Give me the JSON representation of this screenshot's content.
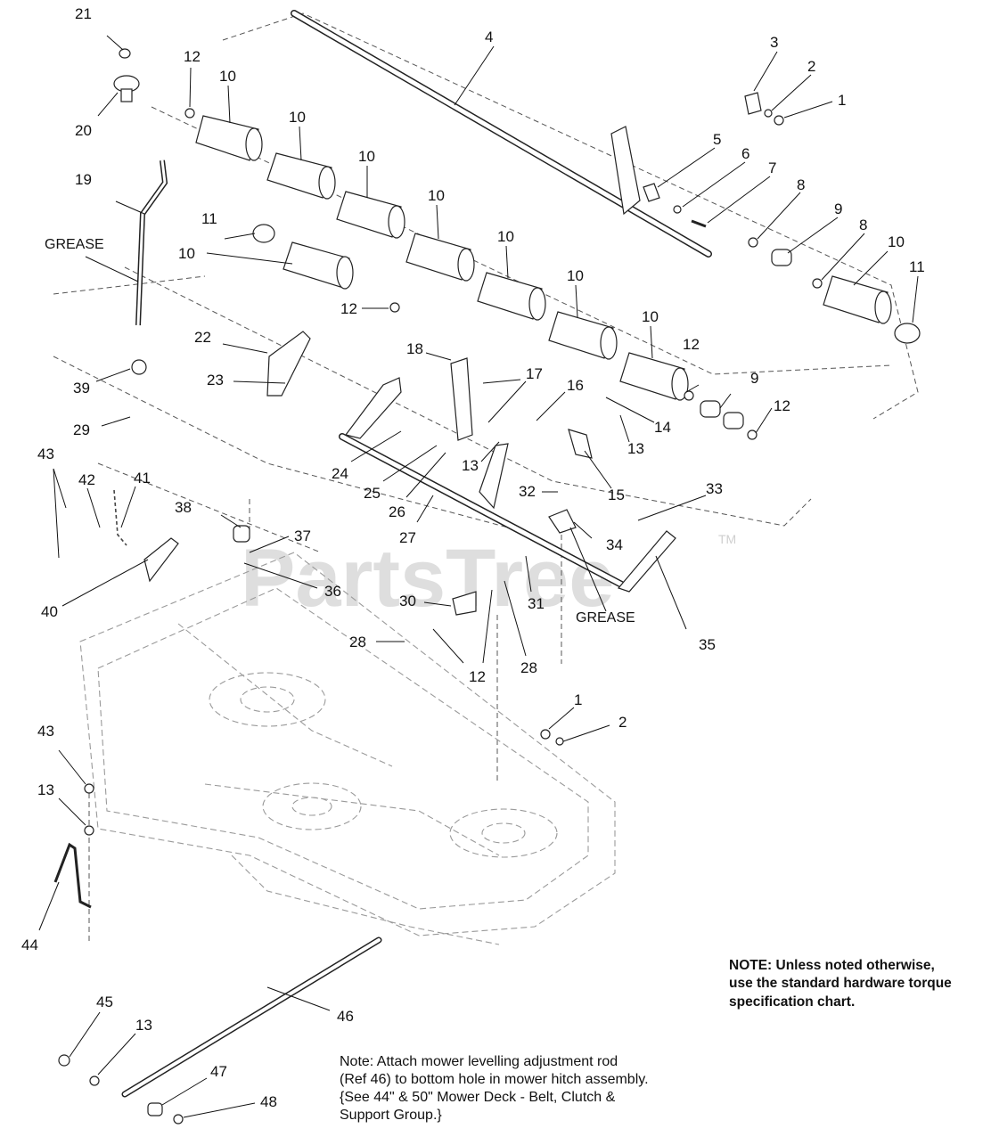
{
  "watermark": {
    "text": "PartsTree",
    "tm": "TM"
  },
  "callouts": {
    "c1": "1",
    "c1b": "1",
    "c2": "2",
    "c2b": "2",
    "c3": "3",
    "c4": "4",
    "c5": "5",
    "c6": "6",
    "c7": "7",
    "c8a": "8",
    "c8b": "8",
    "c9a": "9",
    "c9b": "9",
    "c10a": "10",
    "c10b": "10",
    "c10c": "10",
    "c10d": "10",
    "c10e": "10",
    "c10f": "10",
    "c10g": "10",
    "c10h": "10",
    "c10i": "10",
    "c11a": "11",
    "c11b": "11",
    "c12a": "12",
    "c12b": "12",
    "c12c": "12",
    "c12d": "12",
    "c12e": "12",
    "c13a": "13",
    "c13b": "13",
    "c13c": "13",
    "c13d": "13",
    "c14": "14",
    "c15": "15",
    "c16": "16",
    "c17": "17",
    "c18": "18",
    "c19": "19",
    "c20": "20",
    "c21": "21",
    "c22": "22",
    "c23": "23",
    "c24": "24",
    "c25": "25",
    "c26": "26",
    "c27": "27",
    "c28a": "28",
    "c28b": "28",
    "c29": "29",
    "c30": "30",
    "c31": "31",
    "c32": "32",
    "c33": "33",
    "c34": "34",
    "c35": "35",
    "c36": "36",
    "c37": "37",
    "c38": "38",
    "c39": "39",
    "c40": "40",
    "c41": "41",
    "c42": "42",
    "c43a": "43",
    "c43b": "43",
    "c44": "44",
    "c45": "45",
    "c46": "46",
    "c47": "47",
    "c48": "48"
  },
  "labels": {
    "grease_left": "GREASE",
    "grease_right": "GREASE"
  },
  "note_torque": {
    "line1": "NOTE: Unless noted otherwise,",
    "line2": "use the standard hardware torque",
    "line3": "specification chart."
  },
  "note_rod": {
    "line1": "Note: Attach mower levelling adjustment rod",
    "line2": "(Ref 46) to bottom hole in mower hitch assembly.",
    "line3": "{See 44\" & 50\" Mower Deck - Belt, Clutch &",
    "line4": "Support Group.}"
  }
}
